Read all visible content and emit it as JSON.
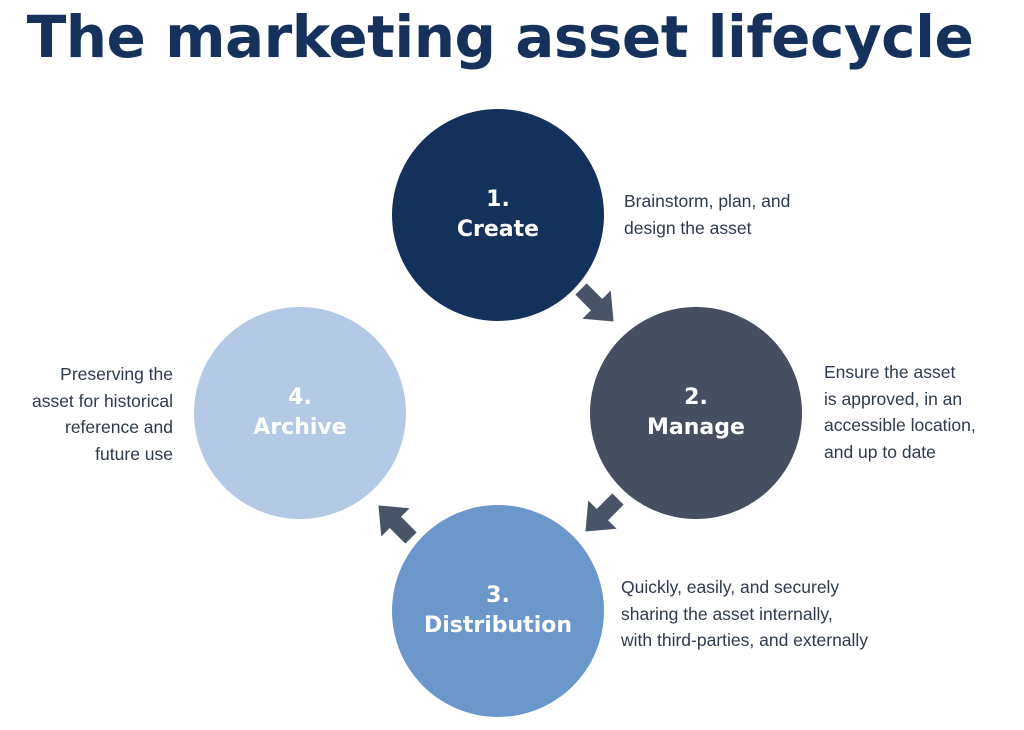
{
  "title": "The marketing asset lifecycle",
  "colors": {
    "title": "#16325c",
    "create": "#14315b",
    "manage": "#454f60",
    "distribution": "#6c97cb",
    "archive": "#b3c9e5",
    "arrow": "#4a5467"
  },
  "steps": [
    {
      "number": "1.",
      "label": "Create",
      "description": "Brainstorm, plan, and\ndesign the asset"
    },
    {
      "number": "2.",
      "label": "Manage",
      "description": "Ensure the asset\nis approved, in an\naccessible location,\nand up to date"
    },
    {
      "number": "3.",
      "label": "Distribution",
      "description": "Quickly, easily, and securely\nsharing the asset internally,\nwith third-parties, and externally"
    },
    {
      "number": "4.",
      "label": "Archive",
      "description": "Preserving the\nasset for historical\nreference and\nfuture use"
    }
  ]
}
